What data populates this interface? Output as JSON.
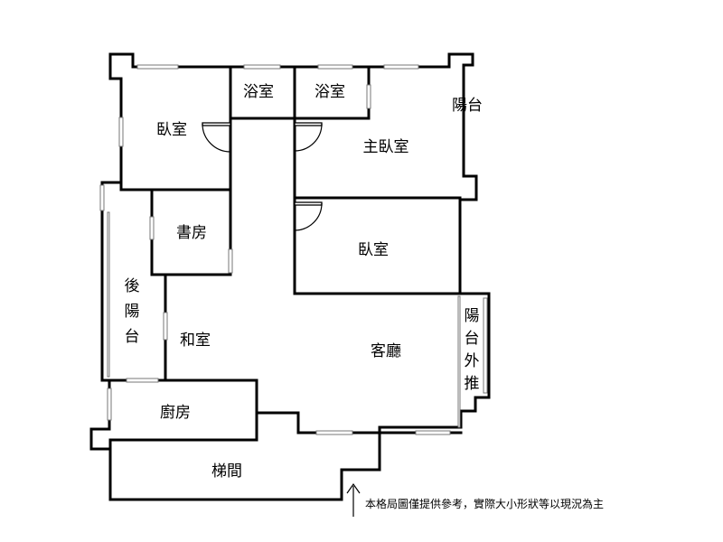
{
  "rooms": {
    "bedroom_1": "臥室",
    "bath_1": "浴室",
    "bath_2": "浴室",
    "balcony_1": "陽台",
    "master_bedroom": "主臥室",
    "study": "書房",
    "bedroom_2": "臥室",
    "rear_balcony": [
      "後",
      "陽",
      "台"
    ],
    "tatami_room": "和室",
    "living_room": "客廳",
    "balcony_ext": [
      "陽",
      "台",
      "外",
      "推"
    ],
    "kitchen": "廚房",
    "stairwell": "梯間"
  },
  "note": "本格局圖僅提供參考，實際大小形狀等以現況為主"
}
